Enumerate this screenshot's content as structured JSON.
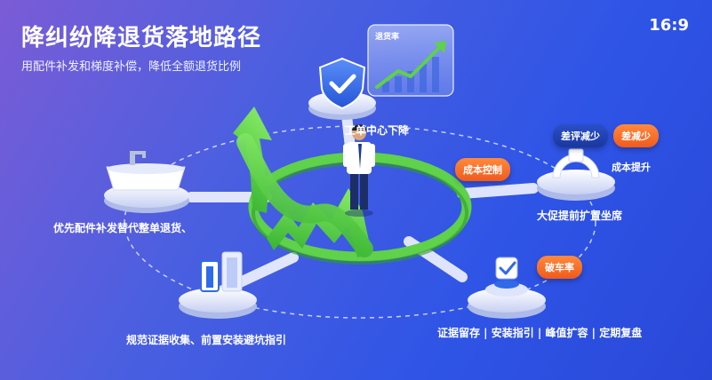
{
  "header": {
    "title": "降纠纷降退货落地路径",
    "subtitle": "用配件补发和梯度补偿，降低全额退货比例",
    "ratio_badge": "16:9"
  },
  "chart_card": {
    "title": "退货率"
  },
  "nodes": {
    "top": {
      "label": "工单中心下降"
    },
    "right": {
      "label": "大促提前扩置坐席"
    },
    "bottom_right": {
      "label": "证据留存 | 安装指引 | 峰值扩容 | 定期复盘"
    },
    "bottom_left": {
      "label": "规范证据收集、前置安装避坑指引"
    },
    "left": {
      "label": "优先配件补发替代整单退货、"
    }
  },
  "tags": {
    "cost_control": "成本控制",
    "bad_review_down": "差评减少",
    "gap_down": "差减少",
    "cost_up": "成本提升",
    "break_rate": "破车率"
  },
  "colors": {
    "accent_green": "#5fd14a",
    "accent_orange": "#f26a22",
    "icon_blue": "#2f6ae8"
  }
}
